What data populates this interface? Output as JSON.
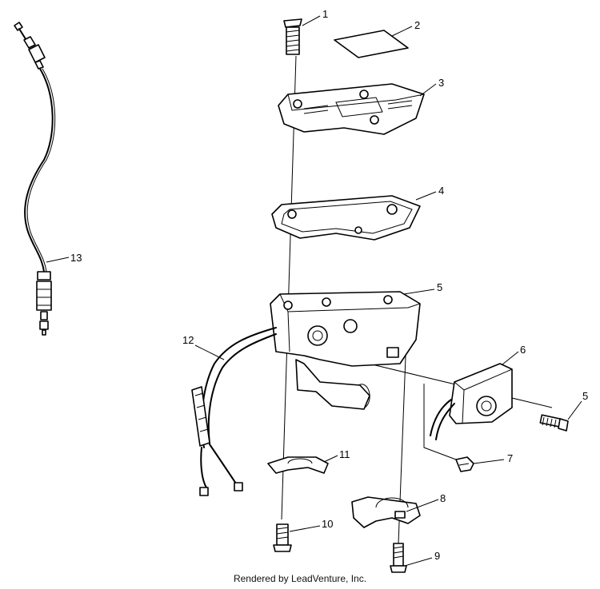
{
  "callouts": [
    {
      "id": "1",
      "label": "1"
    },
    {
      "id": "2",
      "label": "2"
    },
    {
      "id": "3",
      "label": "3"
    },
    {
      "id": "4",
      "label": "4"
    },
    {
      "id": "5a",
      "label": "5"
    },
    {
      "id": "6",
      "label": "6"
    },
    {
      "id": "5b",
      "label": "5"
    },
    {
      "id": "7",
      "label": "7"
    },
    {
      "id": "8",
      "label": "8"
    },
    {
      "id": "9",
      "label": "9"
    },
    {
      "id": "10",
      "label": "10"
    },
    {
      "id": "11",
      "label": "11"
    },
    {
      "id": "12",
      "label": "12"
    },
    {
      "id": "13",
      "label": "13"
    }
  ],
  "footer": {
    "text": "Rendered by LeadVenture, Inc."
  }
}
